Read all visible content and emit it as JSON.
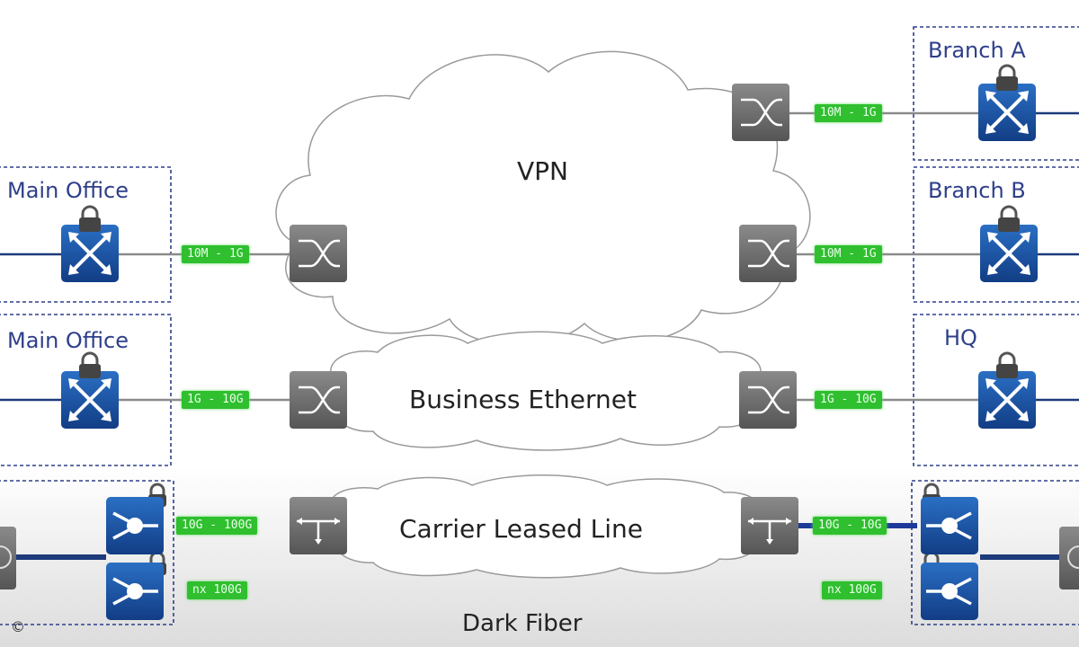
{
  "sites": {
    "main_office_1": "Main Office",
    "main_office_2": "Main Office",
    "branch_a": "Branch A",
    "branch_b": "Branch B",
    "hq": "HQ"
  },
  "clouds": {
    "vpn": "VPN",
    "business_ethernet": "Business Ethernet",
    "carrier_leased_line": "Carrier Leased Line"
  },
  "links": {
    "vpn_left": "10M - 1G",
    "vpn_right_top": "10M - 1G",
    "vpn_right_bottom": "10M - 1G",
    "be_left": "1G - 10G",
    "be_right": "1G - 10G",
    "cll_left": "10G - 100G",
    "cll_right": "10G - 10G",
    "df_left": "nx 100G",
    "df_right": "nx 100G"
  },
  "dark_fiber_label": "Dark Fiber",
  "copyright": "©",
  "colors": {
    "site_border": "#2e3f8a",
    "site_switch": "#1f57a8",
    "cloud_switch": "#6e6e6e",
    "link_badge": "#2fbf2f",
    "fiber_line": "#1d3a7a"
  }
}
